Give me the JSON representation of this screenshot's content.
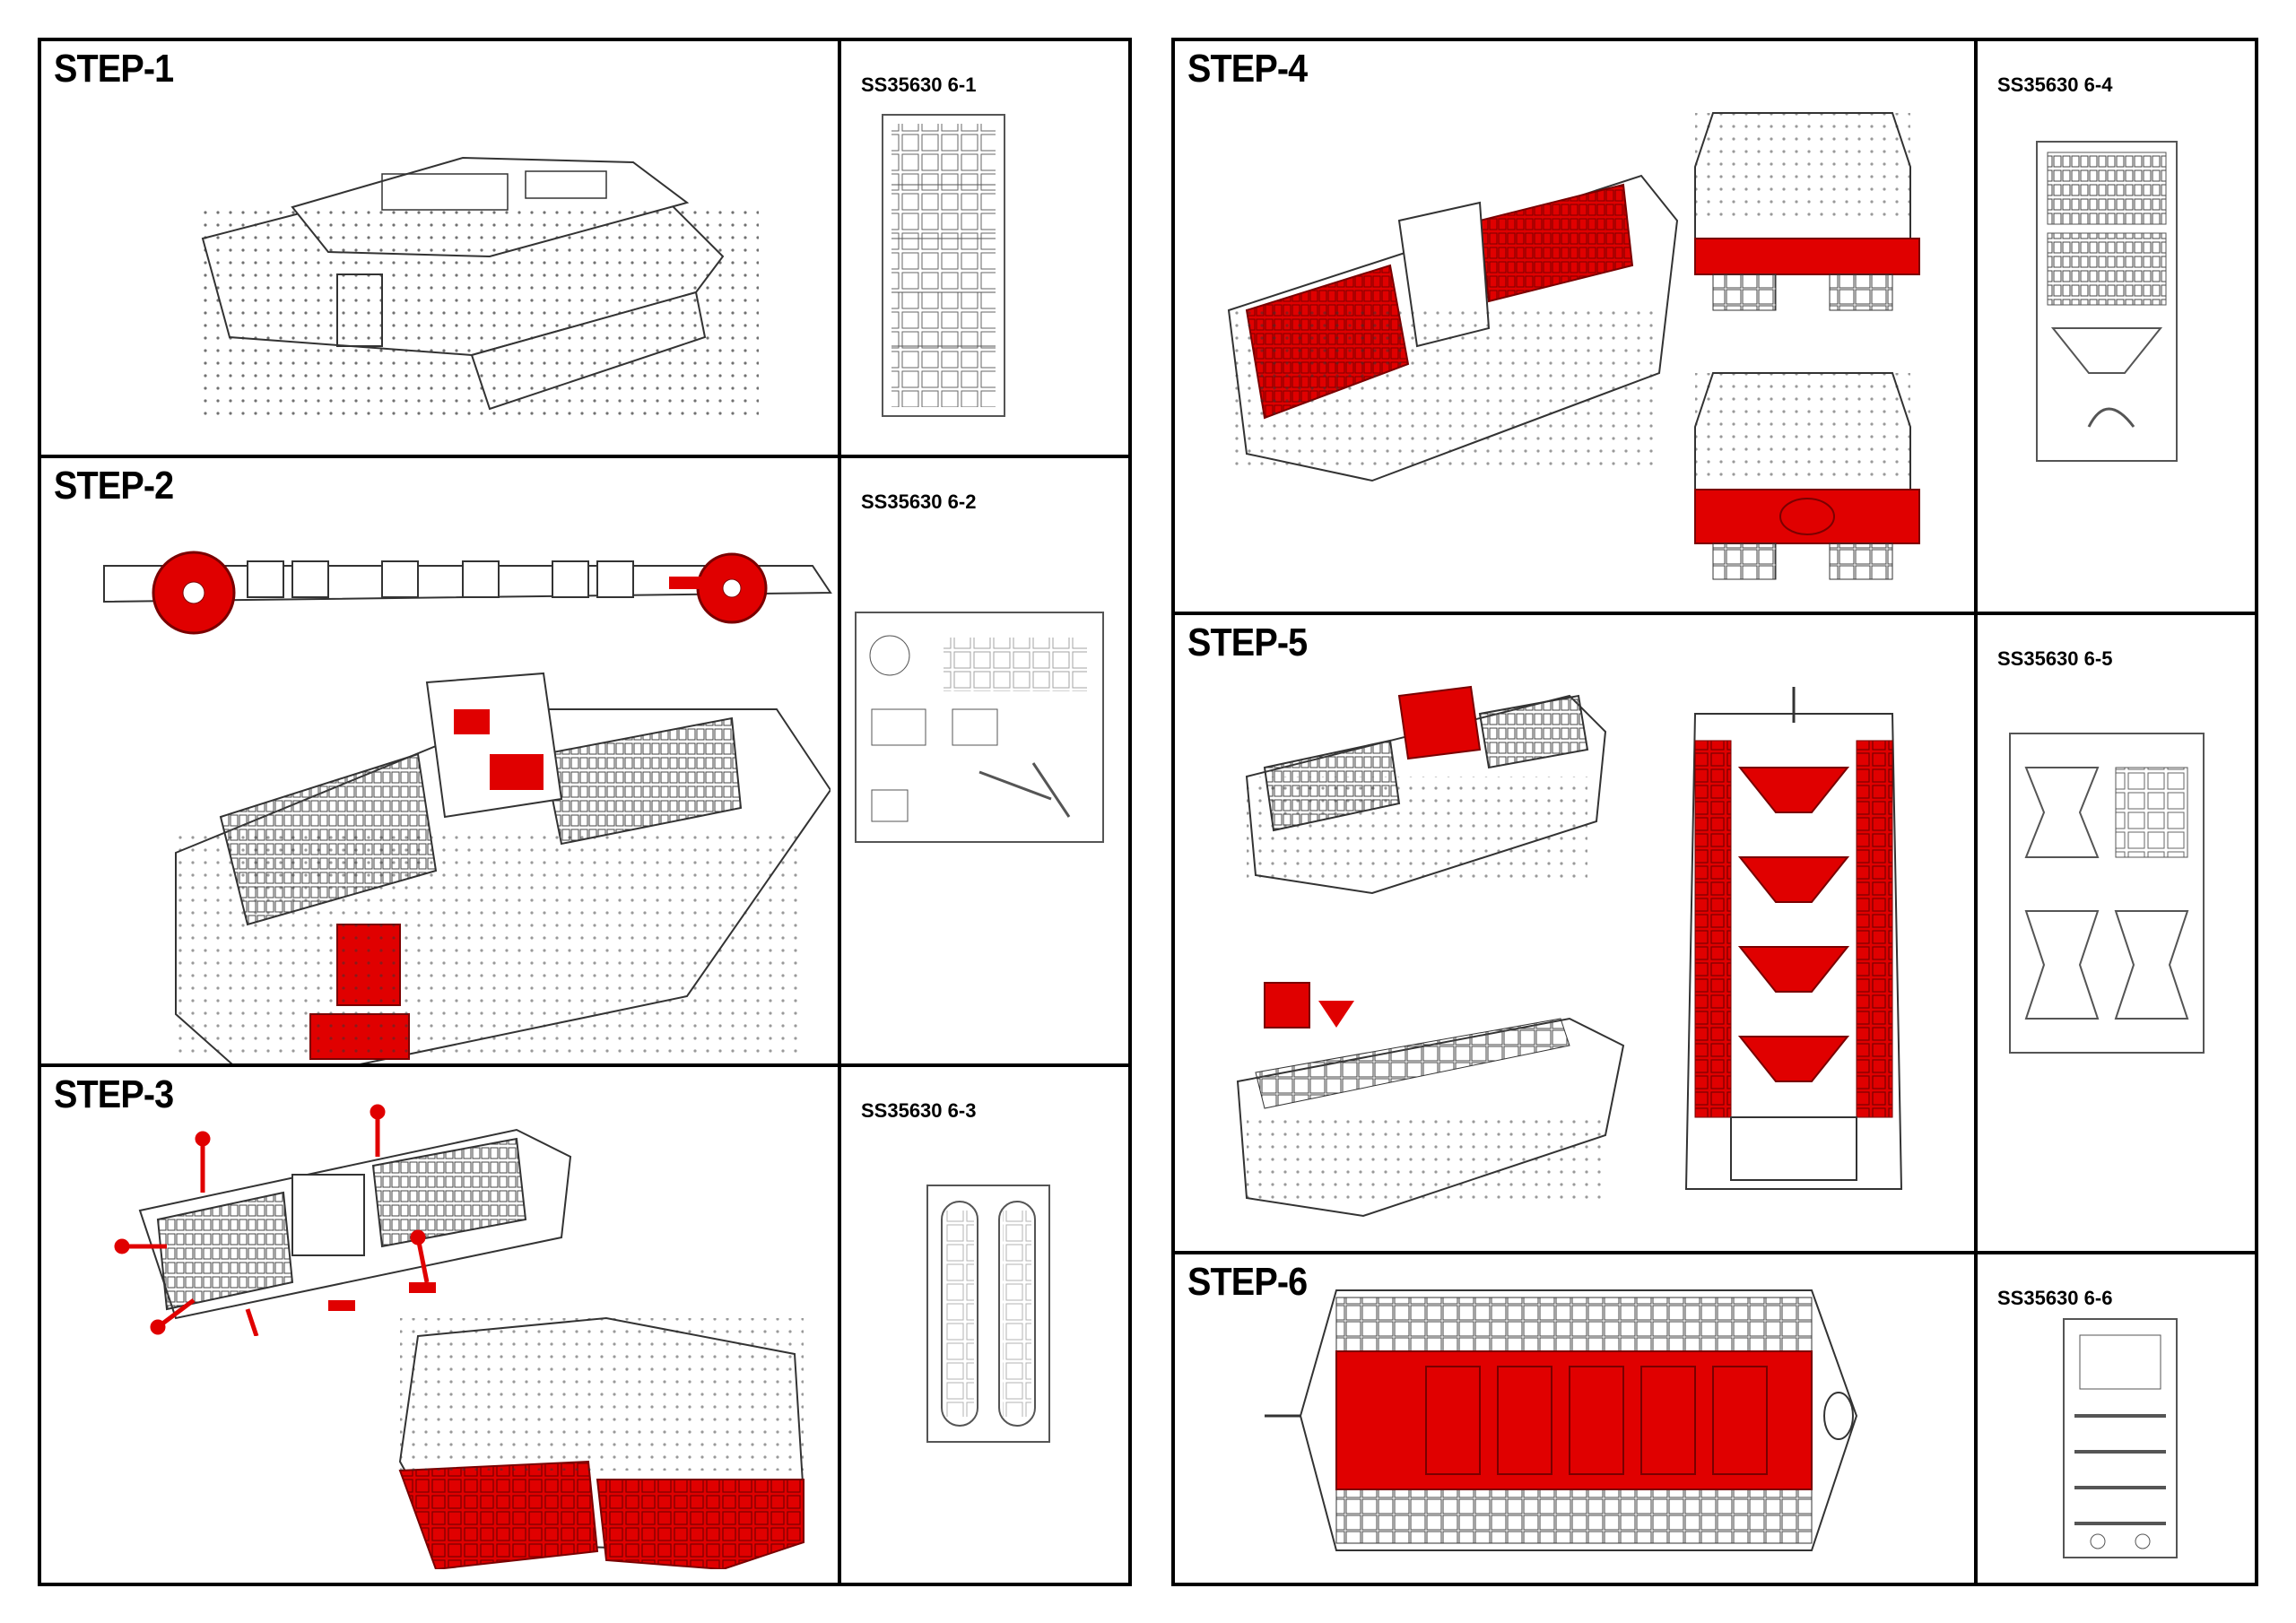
{
  "colors": {
    "frame": "#000000",
    "highlight": "#e00000",
    "line_art": "#333333",
    "background": "#ffffff"
  },
  "steps": [
    {
      "id": "1",
      "title": "STEP-1",
      "fret_code": "SS35630 6-1"
    },
    {
      "id": "2",
      "title": "STEP-2",
      "fret_code": "SS35630 6-2"
    },
    {
      "id": "3",
      "title": "STEP-3",
      "fret_code": "SS35630 6-3"
    },
    {
      "id": "4",
      "title": "STEP-4",
      "fret_code": "SS35630 6-4"
    },
    {
      "id": "5",
      "title": "STEP-5",
      "fret_code": "SS35630 6-5"
    },
    {
      "id": "6",
      "title": "STEP-6",
      "fret_code": "SS35630 6-6"
    }
  ]
}
